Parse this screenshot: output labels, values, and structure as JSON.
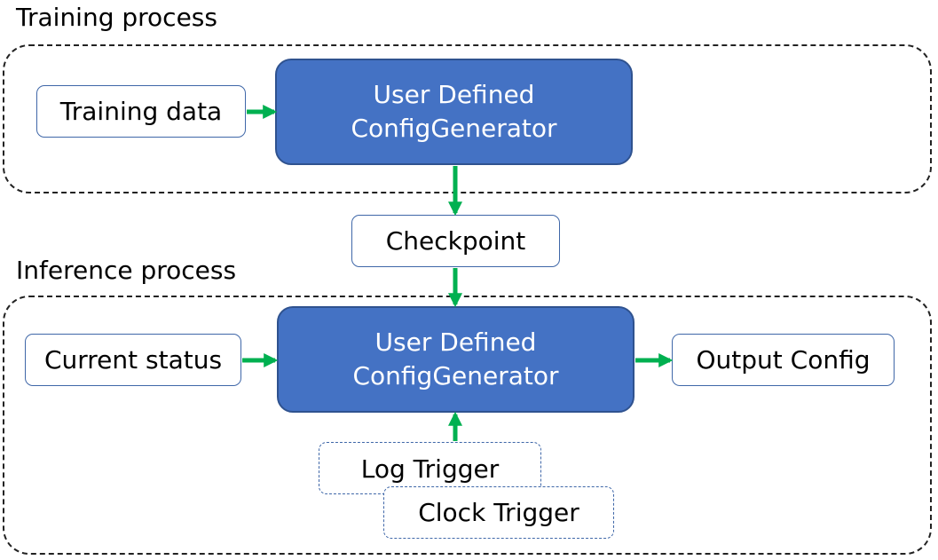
{
  "training": {
    "label": "Training process",
    "input": "Training data",
    "generator": {
      "line1": "User Defined",
      "line2": "ConfigGenerator"
    }
  },
  "checkpoint": "Checkpoint",
  "inference": {
    "label": "Inference process",
    "input": "Current status",
    "generator": {
      "line1": "User Defined",
      "line2": "ConfigGenerator"
    },
    "output": "Output Config",
    "triggers": [
      "Log Trigger",
      "Clock Trigger"
    ]
  },
  "colors": {
    "generator_fill": "#4472c4",
    "box_border": "#3f67a8",
    "arrow": "#00b050"
  }
}
